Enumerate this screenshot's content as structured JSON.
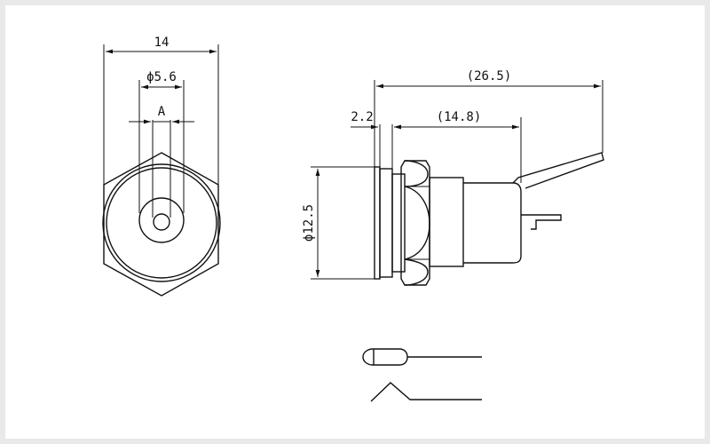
{
  "front_view": {
    "width_label": "14",
    "bore_label": "ϕ5.6",
    "pin_label": "A"
  },
  "side_view": {
    "overall_length_label": "(26.5)",
    "flange_label": "2.2",
    "body_length_label": "(14.8)",
    "diameter_label": "ϕ12.5"
  },
  "colors": {
    "background": "#e9e9e9",
    "paper": "#ffffff",
    "line": "#111111"
  },
  "icons": [
    "plug-symbol-icon",
    "switch-contact-symbol-icon"
  ]
}
